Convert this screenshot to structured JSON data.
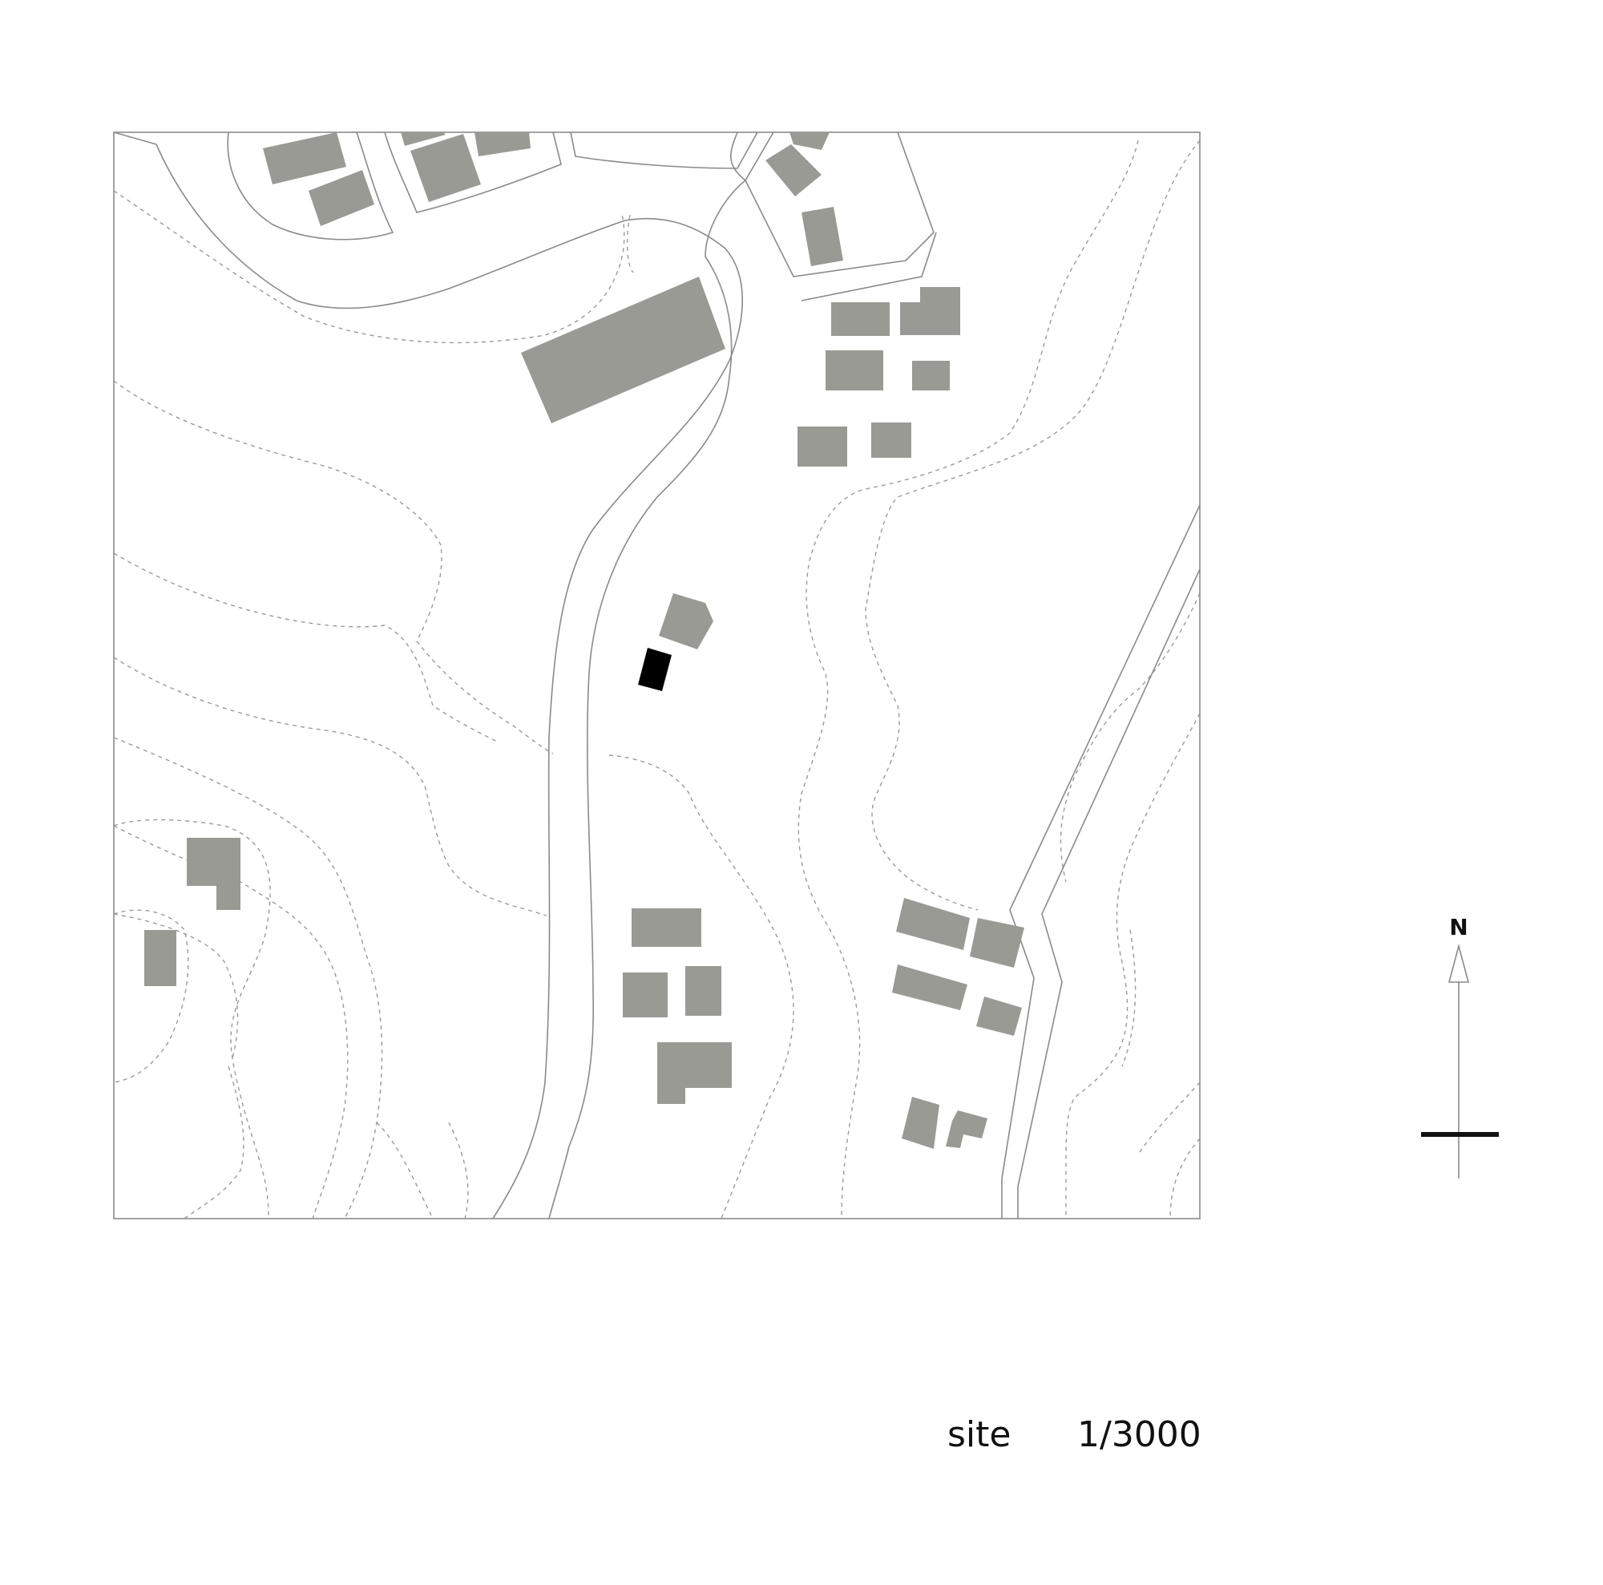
{
  "caption": {
    "label": "site",
    "scale": "1/3000"
  },
  "north_arrow": {
    "label": "N",
    "icon": "north-arrow-icon"
  },
  "colors": {
    "building": "#9a9a95",
    "subject_building": "#000000",
    "road_line": "#8a8a8a",
    "contour": "#9a9a9a",
    "background": "#ffffff"
  }
}
